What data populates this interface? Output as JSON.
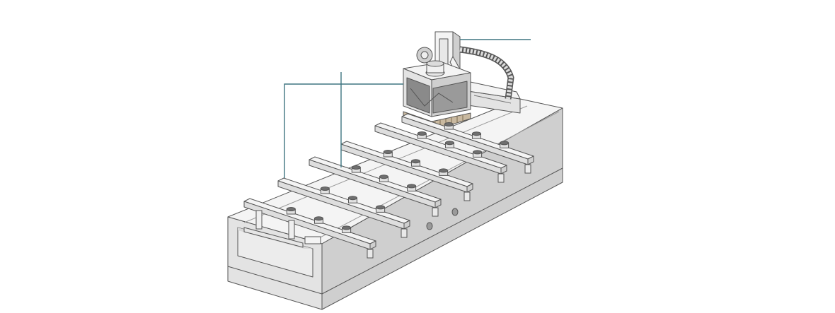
{
  "diagram": {
    "subject": "cnc-machining-center",
    "palette": {
      "background": "#ffffff",
      "body_light": "#f3f3f3",
      "body_mid": "#e2e2e2",
      "body_dark": "#cfcfcf",
      "outline": "#555555",
      "callout": "#3e7580",
      "dark_part": "#8a8a8a",
      "bristle": "#c9b9a0"
    },
    "rails": 6,
    "suction_cups_per_rail": 3,
    "callout_lines": 3
  }
}
